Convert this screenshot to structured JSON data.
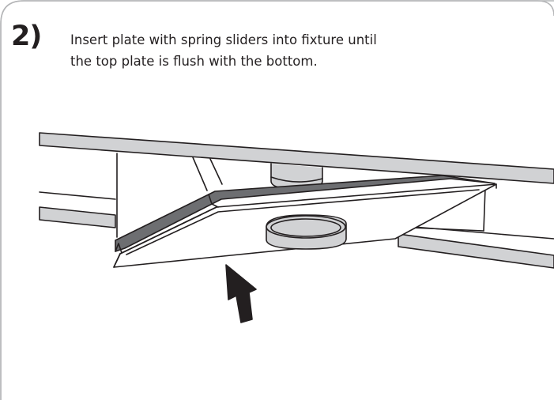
{
  "step": {
    "number": "2)",
    "instruction_line1": "Insert plate with spring sliders into fixture until",
    "instruction_line2": "the top plate is flush with the bottom."
  },
  "illustration": {
    "depicts": "plate-with-spring-sliders-pushed-up-into-fixture",
    "arrow_direction": "up"
  }
}
